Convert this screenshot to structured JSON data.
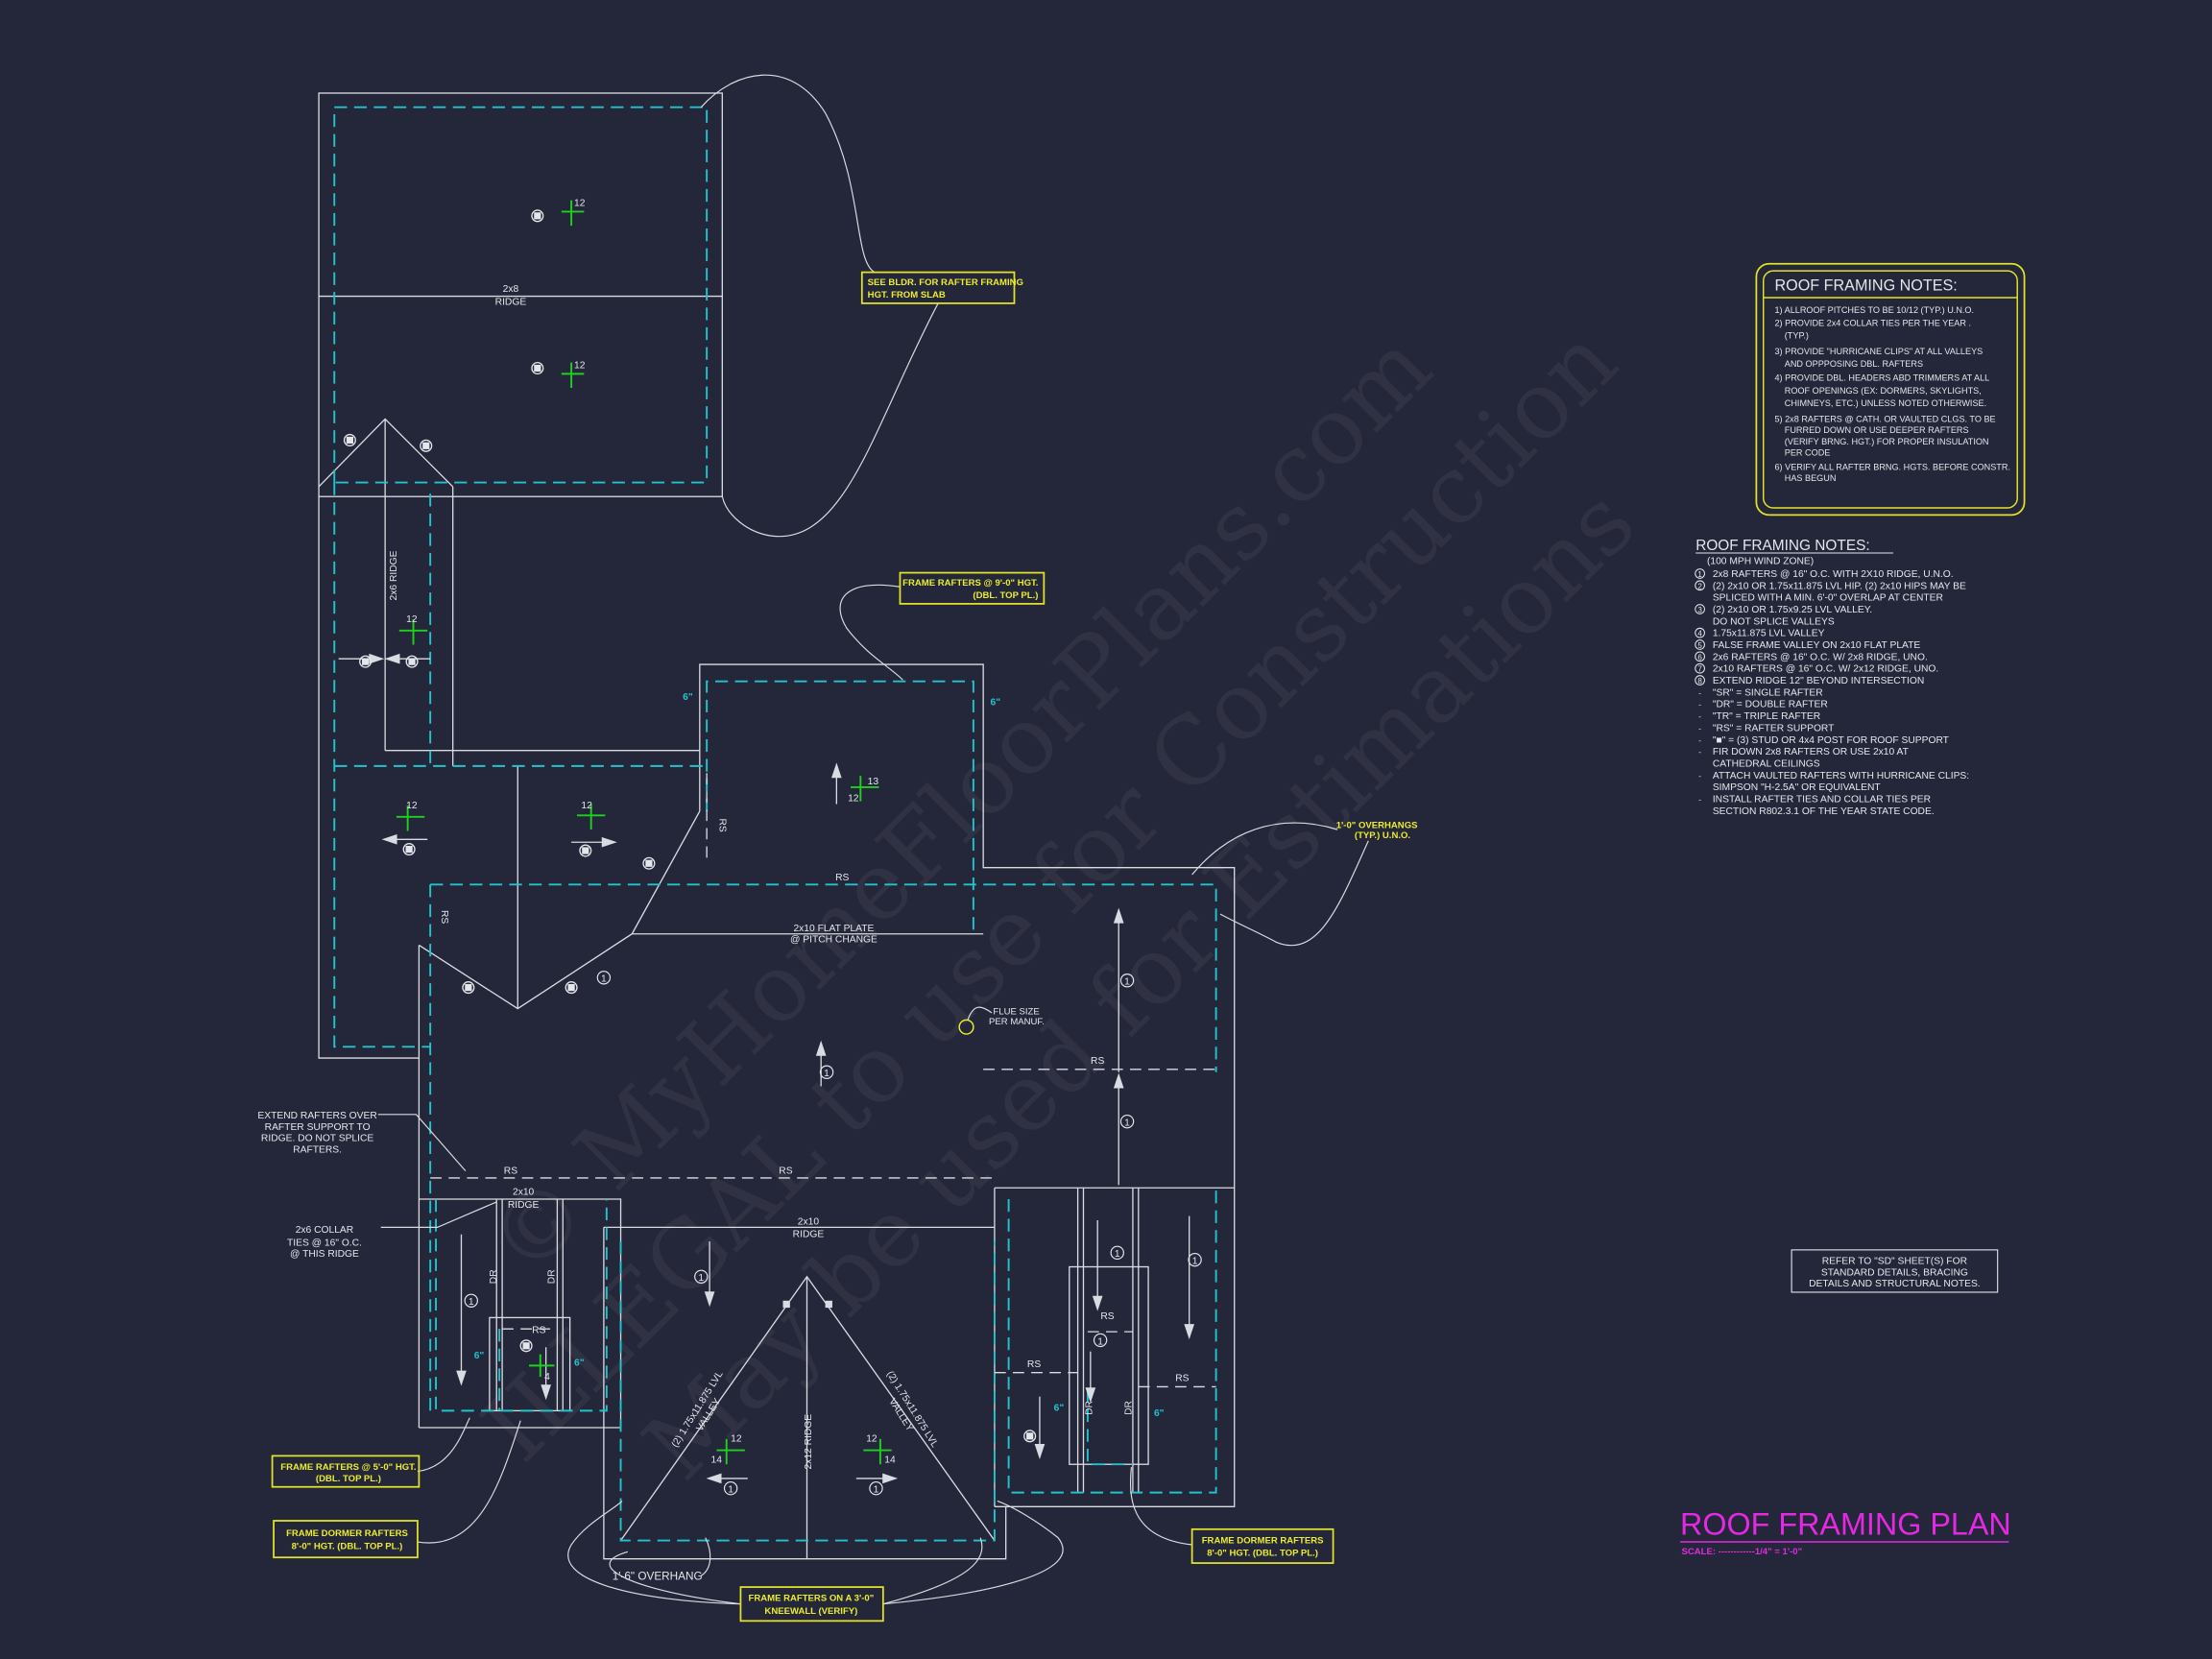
{
  "title": {
    "text": "ROOF FRAMING PLAN",
    "scale": "SCALE: ------------1/4\" = 1'-0\"",
    "color": "#e428e4"
  },
  "watermark": {
    "lines": [
      "© MyHomeFloorPlans.com",
      "ILLEGAL to use for Construction",
      "May be used for Estimations"
    ]
  },
  "notes_box": {
    "title": "ROOF FRAMING NOTES:",
    "items": [
      "1) ALLROOF PITCHES TO BE  10/12 (TYP.) U.N.O.",
      "2) PROVIDE 2x4 COLLAR TIES PER THE YEAR .",
      "(TYP.)",
      "3) PROVIDE \"HURRICANE CLIPS\" AT ALL VALLEYS",
      "AND OPPPOSING DBL. RAFTERS",
      "4) PROVIDE DBL. HEADERS ABD TRIMMERS AT ALL",
      "ROOF OPENINGS (EX: DORMERS, SKYLIGHTS,",
      "CHIMNEYS, ETC.) UNLESS NOTED OTHERWISE.",
      "5) 2x8 RAFTERS @ CATH. OR VAULTED CLGS. TO BE",
      "FURRED DOWN OR USE DEEPER RAFTERS",
      "(VERIFY BRNG. HGT.) FOR PROPER INSULATION",
      "PER CODE",
      "6) VERIFY ALL RAFTER BRNG. HGTS. BEFORE CONSTR.",
      "HAS BEGUN"
    ]
  },
  "notes_list": {
    "title": "ROOF FRAMING NOTES:",
    "subtitle": "(100 MPH WIND ZONE)",
    "items": [
      {
        "marker": "1",
        "text": "2x8 RAFTERS @ 16\" O.C. WITH 2X10 RIDGE, U.N.O."
      },
      {
        "marker": "2",
        "text": "(2) 2x10 OR 1.75x11.875 LVL HIP. (2) 2x10 HIPS MAY BE"
      },
      {
        "marker": "",
        "text": "SPLICED WITH A MIN. 6'-0\" OVERLAP AT CENTER"
      },
      {
        "marker": "3",
        "text": "(2) 2x10 OR 1.75x9.25 LVL VALLEY."
      },
      {
        "marker": "",
        "text": "DO NOT SPLICE VALLEYS"
      },
      {
        "marker": "4",
        "text": "1.75x11.875 LVL VALLEY"
      },
      {
        "marker": "5",
        "text": "FALSE FRAME VALLEY ON 2x10 FLAT PLATE"
      },
      {
        "marker": "6",
        "text": "2x6 RAFTERS @ 16\" O.C. W/ 2x8 RIDGE, UNO."
      },
      {
        "marker": "7",
        "text": "2x10 RAFTERS @ 16\" O.C. W/ 2x12 RIDGE, UNO."
      },
      {
        "marker": "8",
        "text": "EXTEND RIDGE 12\" BEYOND INTERSECTION"
      },
      {
        "marker": "-",
        "text": "\"SR\" = SINGLE RAFTER"
      },
      {
        "marker": "-",
        "text": "\"DR\" = DOUBLE RAFTER"
      },
      {
        "marker": "-",
        "text": "\"TR\" = TRIPLE RAFTER"
      },
      {
        "marker": "-",
        "text": "\"RS\" = RAFTER SUPPORT"
      },
      {
        "marker": "-",
        "text": "\"■\"  = (3) STUD OR 4x4 POST FOR ROOF SUPPORT"
      },
      {
        "marker": "-",
        "text": "FIR DOWN 2x8 RAFTERS OR USE 2x10 AT"
      },
      {
        "marker": "",
        "text": "CATHEDRAL CEILINGS"
      },
      {
        "marker": "-",
        "text": "ATTACH VAULTED RAFTERS WITH HURRICANE CLIPS:"
      },
      {
        "marker": "",
        "text": "SIMPSON \"H-2.5A\" OR EQUIVALENT"
      },
      {
        "marker": "-",
        "text": "INSTALL RAFTER TIES AND COLLAR TIES PER"
      },
      {
        "marker": "",
        "text": "SECTION R802.3.1 OF THE YEAR STATE CODE."
      }
    ]
  },
  "reference_note": [
    "REFER TO \"SD\"  SHEET(S) FOR",
    "STANDARD DETAILS, BRACING",
    "DETAILS AND STRUCTURAL NOTES."
  ],
  "callouts": {
    "see_bldr": [
      "SEE BLDR. FOR RAFTER FRAMING",
      "HGT. FROM SLAB"
    ],
    "frame_9ft": [
      "FRAME RAFTERS @ 9'-0\" HGT.",
      "(DBL. TOP PL.)"
    ],
    "overhang_typ": [
      "1'-0\" OVERHANGS",
      "(TYP.) U.N.O."
    ],
    "flue": [
      "FLUE SIZE",
      "PER MANUF."
    ],
    "extend_rafters": [
      "EXTEND RAFTERS OVER",
      "RAFTER SUPPORT TO",
      "RIDGE. DO NOT SPLICE",
      "RAFTERS."
    ],
    "collar_ties": [
      "2x6 COLLAR",
      "TIES @ 16\" O.C.",
      "@ THIS RIDGE"
    ],
    "frame_5ft": [
      "FRAME RAFTERS @ 5'-0\" HGT.",
      "(DBL. TOP PL.)"
    ],
    "dormer_left": [
      "FRAME DORMER RAFTERS",
      "8'-0\" HGT. (DBL. TOP PL.)"
    ],
    "dormer_right": [
      "FRAME DORMER RAFTERS",
      "8'-0\" HGT. (DBL. TOP PL.)"
    ],
    "kneewall": [
      "FRAME RAFTERS ON A 3'-0\"",
      "KNEEWALL (VERIFY)"
    ],
    "overhang_18": "1'-6\" OVERHANG"
  },
  "plan": {
    "ridge_2x8": [
      "2x8",
      "RIDGE"
    ],
    "ridge_2x6": "2x6 RIDGE",
    "flat_plate": [
      "2x10 FLAT PLATE",
      "@ PITCH CHANGE"
    ],
    "ridge_left_dormer": [
      "2x10",
      "RIDGE"
    ],
    "ridge_center": [
      "2x10",
      "RIDGE"
    ],
    "ridge_2x12": "2x12 RIDGE",
    "valley_left": [
      "(2) 1.75x11.875 LVL",
      "VALLEY"
    ],
    "valley_right": [
      "(2) 1.75x11.875 LVL",
      "VALLEY"
    ],
    "rs": "RS",
    "dr": "DR",
    "pitch_12": "12",
    "pitch_14": "14",
    "pitch_13": "13",
    "pitch_4": "4",
    "six_inch": "6\"",
    "marker_1": "1"
  }
}
